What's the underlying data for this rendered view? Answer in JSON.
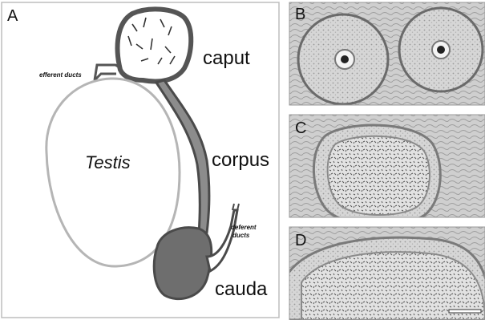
{
  "figure": {
    "panel_labels": {
      "a": "A",
      "b": "B",
      "c": "C",
      "d": "D"
    },
    "diagram": {
      "testis": "Testis",
      "caput": "caput",
      "corpus": "corpus",
      "cauda": "cauda",
      "efferent_ducts": "efferent ducts",
      "deferent_ducts_line1": "deferent",
      "deferent_ducts_line2": "ducts"
    },
    "colors": {
      "testis_fill": "#ffffff",
      "testis_outline": "#b5b5b5",
      "duct_wall": "#595959",
      "cauda_fill": "#6e6e6e",
      "tissue_background": "#d9d9d9",
      "tissue_dark": "#7a7a7a"
    }
  }
}
